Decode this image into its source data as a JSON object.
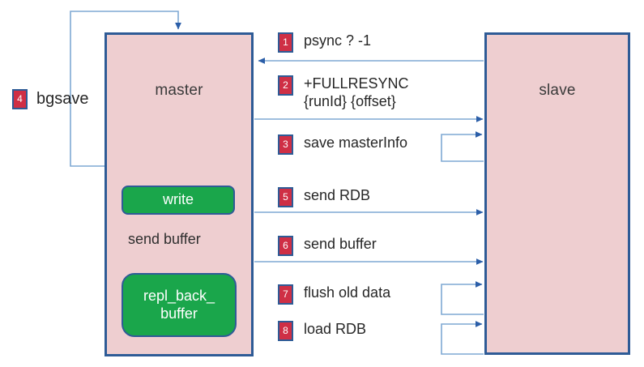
{
  "diagram": {
    "title": "Redis master-slave full replication (psync) sequence",
    "colors": {
      "node_fill": "#eeced0",
      "node_border": "#2e5b96",
      "inner_box_fill": "#1aa64b",
      "badge_fill": "#cf2f45",
      "badge_border": "#2e5b96",
      "arrow_stroke": "#7fa9d4",
      "arrow_head": "#2b5ea8",
      "background": "#ffffff"
    }
  },
  "nodes": {
    "master": {
      "label": "master"
    },
    "slave": {
      "label": "slave"
    },
    "write": {
      "label": "write"
    },
    "repl_back_buffer": {
      "label": "repl_back_\nbuffer"
    }
  },
  "annotations": {
    "send_buffer": "send buffer",
    "bgsave": "bgsave"
  },
  "steps": [
    {
      "number": "1",
      "label": "psync ? -1",
      "direction": "slave-to-master"
    },
    {
      "number": "2",
      "label": "+FULLRESYNC\n{runId} {offset}",
      "direction": "master-to-slave"
    },
    {
      "number": "3",
      "label": "save masterInfo",
      "direction": "slave-self-loop"
    },
    {
      "number": "4",
      "label": "bgsave",
      "direction": "master-self-loop"
    },
    {
      "number": "5",
      "label": "send RDB",
      "direction": "master-to-slave"
    },
    {
      "number": "6",
      "label": "send buffer",
      "direction": "master-to-slave"
    },
    {
      "number": "7",
      "label": "flush old data",
      "direction": "slave-self-loop"
    },
    {
      "number": "8",
      "label": "load RDB",
      "direction": "slave-self-loop"
    }
  ]
}
